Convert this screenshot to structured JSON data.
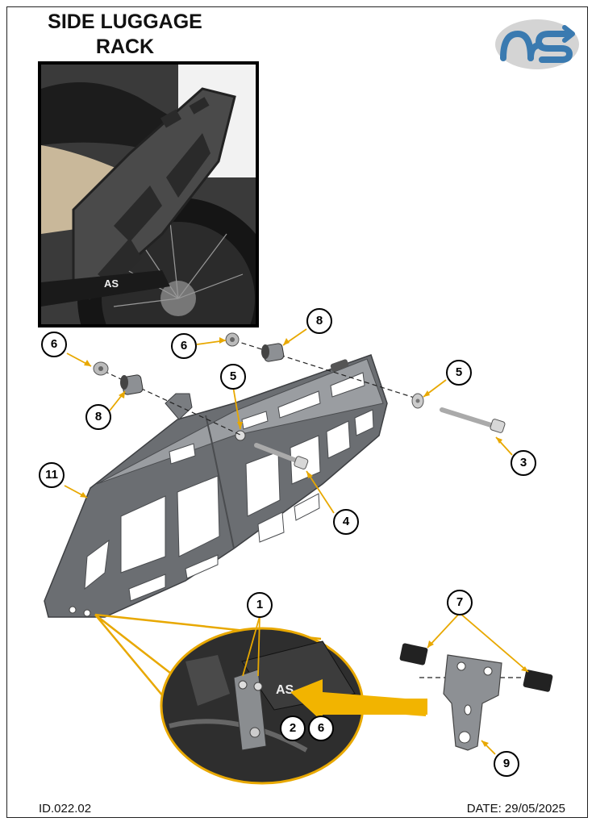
{
  "header": {
    "title_line1": "SIDE LUGGAGE",
    "title_line2": "RACK",
    "logo_text": "AS"
  },
  "photo": {
    "rack_mark": "AS"
  },
  "callouts": {
    "c1": "1",
    "c2": "2",
    "c3": "3",
    "c4": "4",
    "c5a": "5",
    "c5b": "5",
    "c6a": "6",
    "c6b": "6",
    "c6c": "6",
    "c7": "7",
    "c8a": "8",
    "c8b": "8",
    "c9": "9",
    "c11": "11"
  },
  "detail": {
    "mark": "AS"
  },
  "footer": {
    "id": "ID.022.02",
    "date": "DATE: 29/05/2025"
  },
  "colors": {
    "leader": "#e8a800",
    "arrow": "#f2b400",
    "metal": "#6b6e72",
    "metal_light": "#9a9da1",
    "logo_blue": "#3a7ab0",
    "logo_grey": "#c8c8c8"
  }
}
